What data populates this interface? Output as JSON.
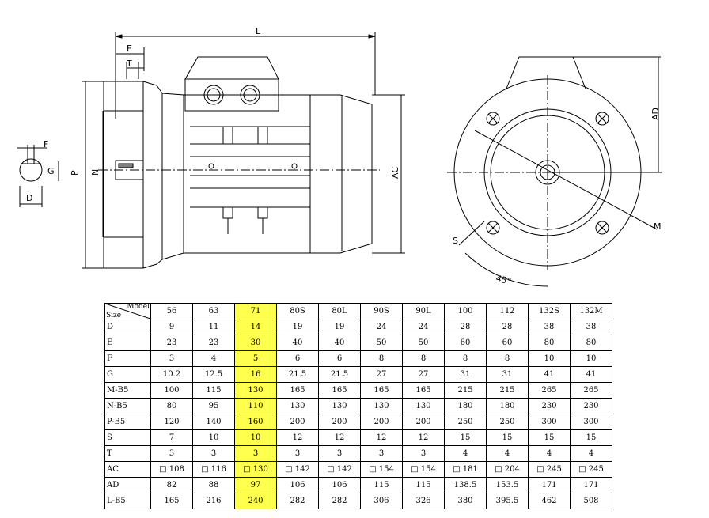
{
  "drawing": {
    "side_labels": {
      "L": "L",
      "E": "E",
      "T": "T",
      "F": "F",
      "G": "G",
      "D": "D",
      "P": "P",
      "N": "N",
      "AC": "AC"
    },
    "front_labels": {
      "AD": "AD",
      "S": "S",
      "M": "M",
      "angle": "45°"
    }
  },
  "table": {
    "corner_top": "Model",
    "corner_bottom": "Size",
    "models": [
      "56",
      "63",
      "71",
      "80S",
      "80L",
      "90S",
      "90L",
      "100",
      "112",
      "132S",
      "132M"
    ],
    "highlight_index": 2,
    "rows": [
      {
        "label": "D",
        "values": [
          "9",
          "11",
          "14",
          "19",
          "19",
          "24",
          "24",
          "28",
          "28",
          "38",
          "38"
        ]
      },
      {
        "label": "E",
        "values": [
          "23",
          "23",
          "30",
          "40",
          "40",
          "50",
          "50",
          "60",
          "60",
          "80",
          "80"
        ]
      },
      {
        "label": "F",
        "values": [
          "3",
          "4",
          "5",
          "6",
          "6",
          "8",
          "8",
          "8",
          "8",
          "10",
          "10"
        ]
      },
      {
        "label": "G",
        "values": [
          "10.2",
          "12.5",
          "16",
          "21.5",
          "21.5",
          "27",
          "27",
          "31",
          "31",
          "41",
          "41"
        ]
      },
      {
        "label": "M-B5",
        "values": [
          "100",
          "115",
          "130",
          "165",
          "165",
          "165",
          "165",
          "215",
          "215",
          "265",
          "265"
        ]
      },
      {
        "label": "N-B5",
        "values": [
          "80",
          "95",
          "110",
          "130",
          "130",
          "130",
          "130",
          "180",
          "180",
          "230",
          "230"
        ]
      },
      {
        "label": "P-B5",
        "values": [
          "120",
          "140",
          "160",
          "200",
          "200",
          "200",
          "200",
          "250",
          "250",
          "300",
          "300"
        ]
      },
      {
        "label": "S",
        "values": [
          "7",
          "10",
          "10",
          "12",
          "12",
          "12",
          "12",
          "15",
          "15",
          "15",
          "15"
        ]
      },
      {
        "label": "T",
        "values": [
          "3",
          "3",
          "3",
          "3",
          "3",
          "3",
          "3",
          "4",
          "4",
          "4",
          "4"
        ]
      },
      {
        "label": "AC",
        "values": [
          "□ 108",
          "□ 116",
          "□ 130",
          "□ 142",
          "□ 142",
          "□ 154",
          "□ 154",
          "□ 181",
          "□ 204",
          "□ 245",
          "□ 245"
        ]
      },
      {
        "label": "AD",
        "values": [
          "82",
          "88",
          "97",
          "106",
          "106",
          "115",
          "115",
          "138.5",
          "153.5",
          "171",
          "171"
        ]
      },
      {
        "label": "L-B5",
        "values": [
          "165",
          "216",
          "240",
          "282",
          "282",
          "306",
          "326",
          "380",
          "395.5",
          "462",
          "508"
        ]
      }
    ]
  }
}
